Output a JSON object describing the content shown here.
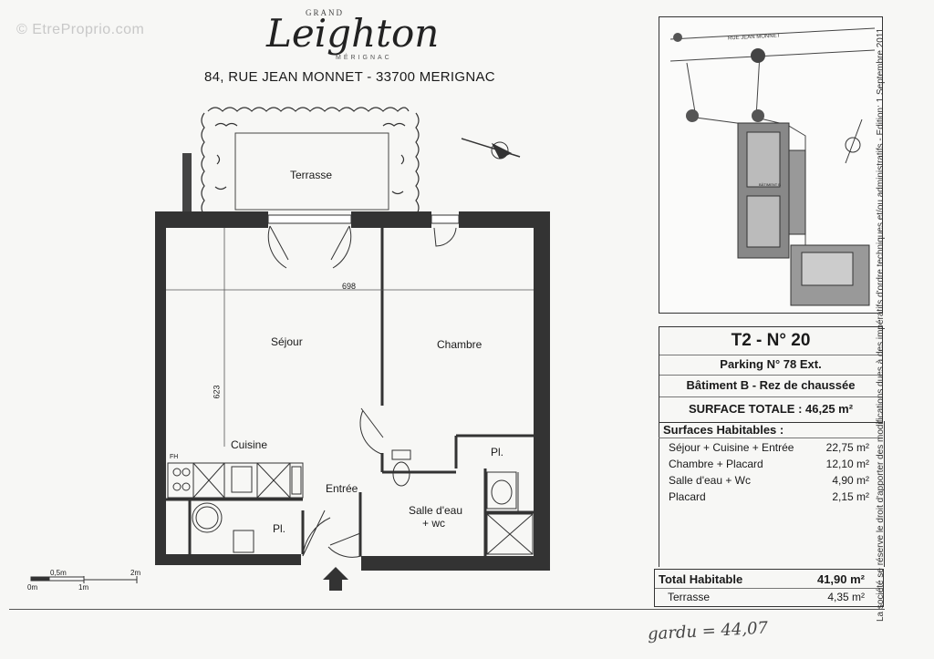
{
  "watermark": "© EtreProprio.com",
  "brand": {
    "small": "GRAND",
    "name": "Leighton",
    "sub": "MÉRIGNAC"
  },
  "address": "84, RUE JEAN MONNET - 33700 MERIGNAC",
  "plan": {
    "rooms": {
      "terrasse": "Terrasse",
      "sejour": "Séjour",
      "chambre": "Chambre",
      "cuisine": "Cuisine",
      "entree": "Entrée",
      "salle_eau_line1": "Salle d'eau",
      "salle_eau_line2": "+ wc",
      "placard_1": "Pl.",
      "placard_2": "Pl.",
      "fh": "FH"
    },
    "dimensions": {
      "width": "698",
      "height": "623"
    },
    "scale": {
      "label_0": "0m",
      "label_05": "0,5m",
      "label_1": "1m",
      "label_2": "2m"
    }
  },
  "site_plan": {
    "street": "RUE   JEAN   MONNET",
    "building_label": "BÂTIMENT B"
  },
  "info": {
    "title": "T2 - N° 20",
    "parking": "Parking N° 78 Ext.",
    "batiment": "Bâtiment B - Rez de chaussée",
    "surface_totale": "SURFACE TOTALE : 46,25 m²",
    "surfaces_heading": "Surfaces Habitables :",
    "surfaces": [
      {
        "label": "Séjour + Cuisine + Entrée",
        "value": "22,75 m²"
      },
      {
        "label": "Chambre + Placard",
        "value": "12,10 m²"
      },
      {
        "label": "Salle d'eau + Wc",
        "value": "4,90 m²"
      },
      {
        "label": "Placard",
        "value": "2,15 m²"
      }
    ],
    "total_label": "Total Habitable",
    "total_value": "41,90  m²",
    "terrasse_label": "Terrasse",
    "terrasse_value": "4,35 m²"
  },
  "side_note": "La société se réserve le droit d'apporter des modifications dues à des impératifs d'ordre techniques et/ou administratifs - Edition: 1 Septembre 2011",
  "handwritten": "gardu = 44,07"
}
